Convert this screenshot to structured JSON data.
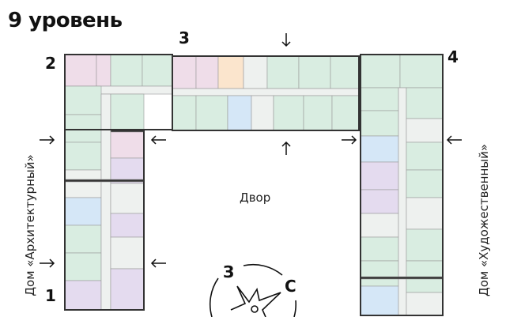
{
  "title": "9 уровень",
  "sections": [
    {
      "label": "1"
    },
    {
      "label": "2"
    },
    {
      "label": "3"
    },
    {
      "label": "4"
    }
  ],
  "yard_label": "Двор",
  "houses": {
    "left": "Дом «Архитектурный»",
    "right": "Дом «Художественный»"
  },
  "compass": {
    "west": "З",
    "north": "С"
  },
  "colors": {
    "green": "#d9ede1",
    "pink": "#efdde9",
    "purple": "#e4dbef",
    "blue": "#d5e7f7",
    "orange": "#fbe5cd",
    "grey": "#eef1ef",
    "wall": "#333333"
  }
}
